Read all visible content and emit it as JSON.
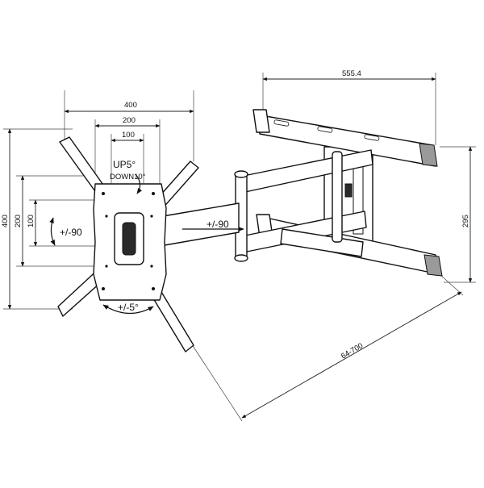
{
  "dimensions": {
    "width_400": "400",
    "width_200": "200",
    "width_100": "100",
    "height_400": "400",
    "height_200": "200",
    "height_100": "100",
    "wall_plate_width": "555.4",
    "wall_plate_height": "295",
    "extension": "64-700"
  },
  "motion_labels": {
    "tilt_up": "UP5°",
    "tilt_down": "DOWN10°",
    "rotation_plate": "+/-90",
    "swivel_arm": "+/-90",
    "level_adjust": "+/-5°"
  },
  "colors": {
    "line": "#111111",
    "part_fill": "#ffffff",
    "shade": "#9a9a9a"
  }
}
